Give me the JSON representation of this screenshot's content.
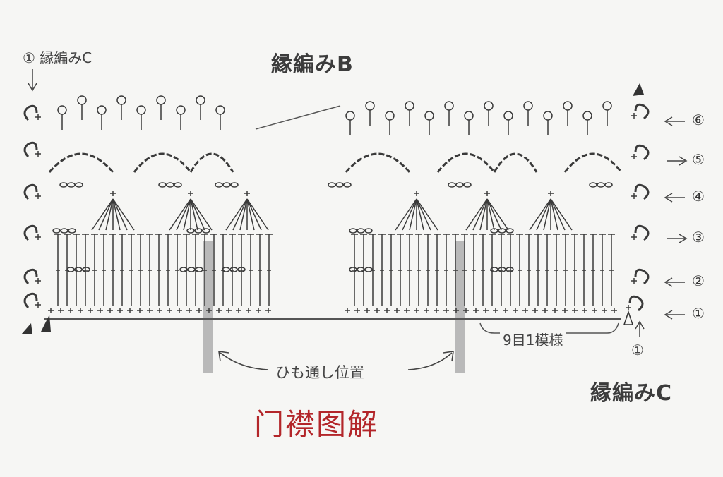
{
  "labels": {
    "edging_b": "縁編みB",
    "edging_c_left": "① 縁編みC",
    "edging_c_right": "縁編みC",
    "repeat": "9目1模様",
    "cord_position": "ひも通し位置",
    "caption": "门襟图解",
    "start_marker": "①"
  },
  "rows": [
    {
      "label": "⑥",
      "direction": "←"
    },
    {
      "label": "⑤",
      "direction": "→"
    },
    {
      "label": "④",
      "direction": "←"
    },
    {
      "label": "③",
      "direction": "→"
    },
    {
      "label": "②",
      "direction": "←"
    },
    {
      "label": "①",
      "direction": "←"
    }
  ],
  "colors": {
    "ink": "#3a3a3a",
    "guide_bar": "#b9b9b9",
    "caption": "#b3262a",
    "background": "#f6f6f4"
  }
}
